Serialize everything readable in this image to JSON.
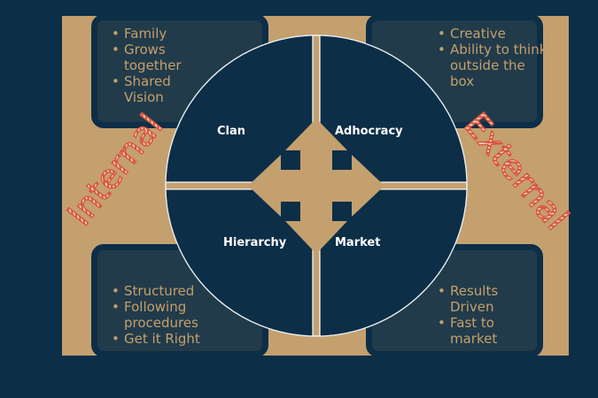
{
  "quadrants": [
    {
      "name": "Clan",
      "bullets": [
        "Family",
        "Grows together",
        "Shared Vision"
      ]
    },
    {
      "name": "Adhocracy",
      "bullets": [
        "Creative",
        "Ability to think outside the box"
      ]
    },
    {
      "name": "Hierarchy",
      "bullets": [
        "Structured",
        "Following procedures",
        "Get it Right"
      ]
    },
    {
      "name": "Market",
      "bullets": [
        "Results Driven",
        "Fast to market"
      ]
    }
  ],
  "axes": {
    "left": "Internal",
    "right": "External"
  },
  "colors": {
    "background": "#0c2e47",
    "tan": "#c4a06e",
    "box": "#213b4a",
    "accent": "#d9543e"
  }
}
